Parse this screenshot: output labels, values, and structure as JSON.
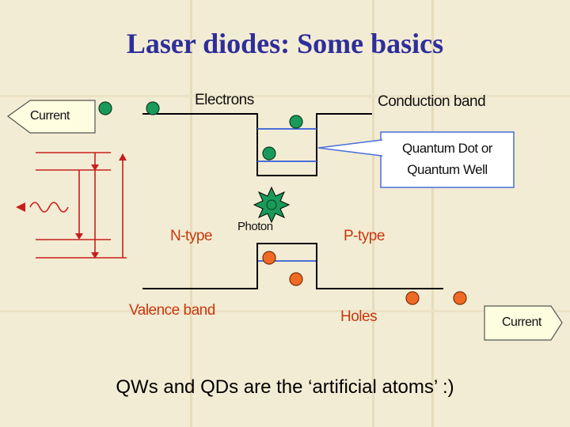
{
  "title": "Laser diodes: Some basics",
  "labels": {
    "current_left": "Current",
    "current_right": "Current",
    "electrons": "Electrons",
    "conduction_band": "Conduction band",
    "quantum_callout": "Quantum Dot or Quantum Well",
    "n_type": "N-type",
    "photon": "Photon",
    "p_type": "P-type",
    "valence_band": "Valence band",
    "holes": "Holes"
  },
  "caption": "QWs and QDs are the ‘artificial atoms’ :)",
  "colors": {
    "title": "#2e2e9a",
    "electron": "#1a9a5a",
    "hole": "#f06a25",
    "accent_red": "#c8380e",
    "band_line": "#000000",
    "well_line": "#4a6fd8",
    "callout_border": "#4a6fd8",
    "current_arrow_fill": "#fffde0",
    "left_diagram_line": "#c81e1e",
    "background": "#f3ecd4"
  }
}
